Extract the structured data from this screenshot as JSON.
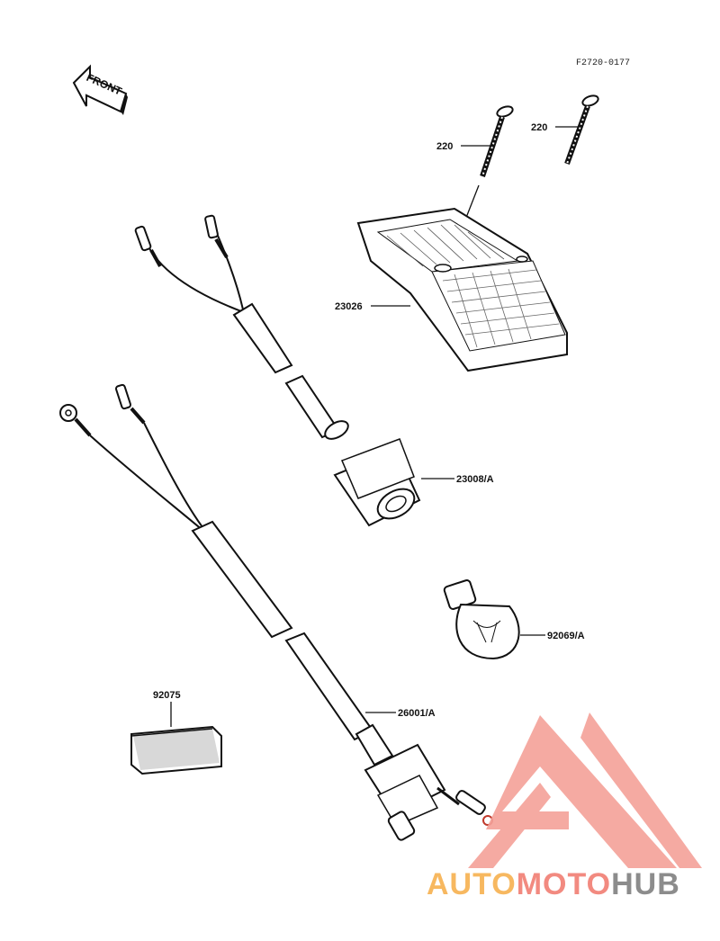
{
  "diagram": {
    "code": "F2720-0177",
    "front_label": "FRONT",
    "callouts": {
      "screw_left": "220",
      "screw_right": "220",
      "lens": "23026",
      "socket": "23008/A",
      "bulb": "92069/A",
      "harness": "26001/A",
      "pad": "92075"
    }
  },
  "watermark": {
    "part1": "AUTO",
    "part2": "MOTO",
    "part3": "HUB",
    "colors": {
      "auto": "#f7b860",
      "moto": "#f28a80",
      "hub": "#8c8c8c",
      "triangle": "#f4a199"
    }
  }
}
